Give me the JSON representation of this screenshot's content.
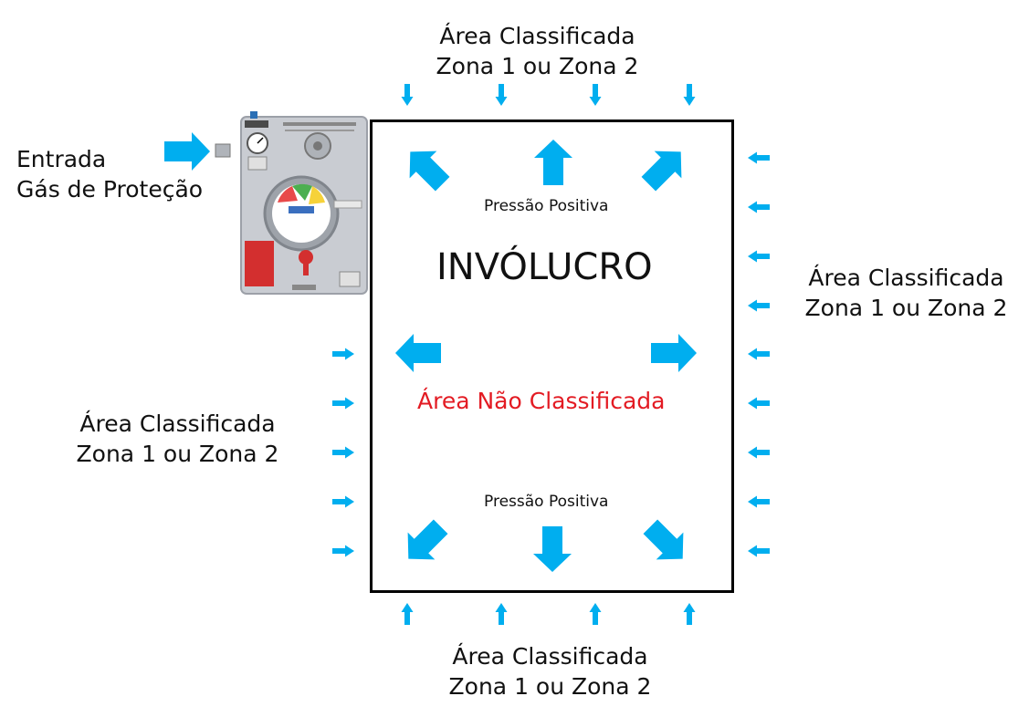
{
  "labels": {
    "top": [
      "Área Classificada",
      "Zona 1 ou Zona 2"
    ],
    "right": [
      "Área Classificada",
      "Zona 1 ou Zona 2"
    ],
    "left": [
      "Área Classificada",
      "Zona 1 ou Zona 2"
    ],
    "bottom": [
      "Área Classificada",
      "Zona 1 ou Zona 2"
    ],
    "inlet": [
      "Entrada",
      "Gás de Proteção"
    ]
  },
  "enclosure": {
    "title": "INVÓLUCRO",
    "pressure_top": "Pressão Positiva",
    "pressure_bottom": "Pressão Positiva",
    "area": "Área Não Classificada"
  },
  "colors": {
    "arrow": "#00aeef",
    "area_text": "#e31b23",
    "border": "#000000",
    "panel": "#c9ccd2"
  },
  "icons": {
    "pressure_unit": "purge-pressurization-unit-icon",
    "arrows": "arrow-icon"
  }
}
